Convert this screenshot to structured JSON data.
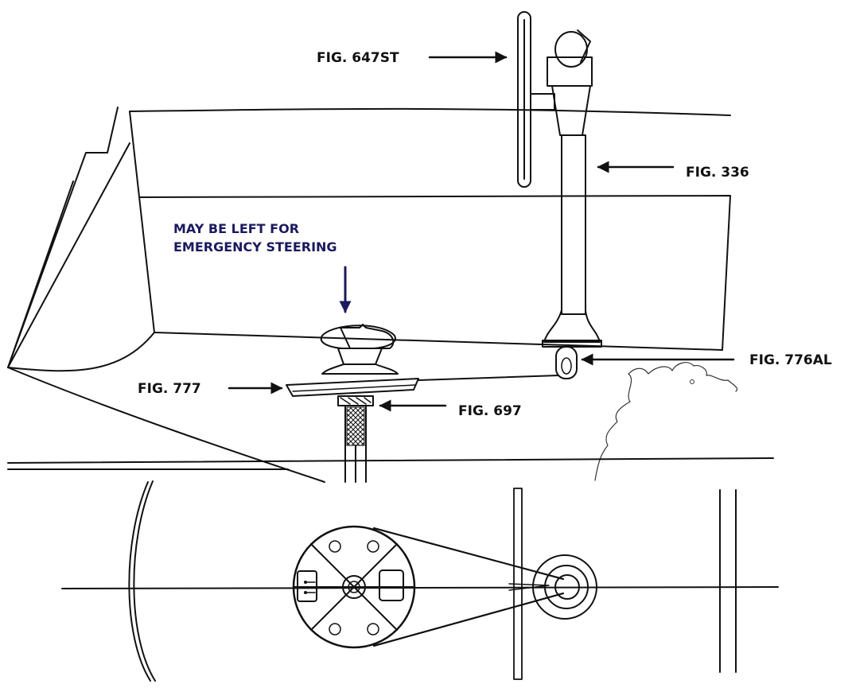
{
  "labels": {
    "fig_647st": "FIG. 647ST",
    "fig_336": "FIG. 336",
    "fig_776al": "FIG. 776AL",
    "fig_777": "FIG. 777",
    "fig_697": "FIG. 697"
  },
  "note": {
    "line1": "MAY BE LEFT FOR",
    "line2": "EMERGENCY STEERING"
  },
  "colors": {
    "ink": "#111111",
    "note_color": "#1a1a5e",
    "background": "#ffffff"
  }
}
